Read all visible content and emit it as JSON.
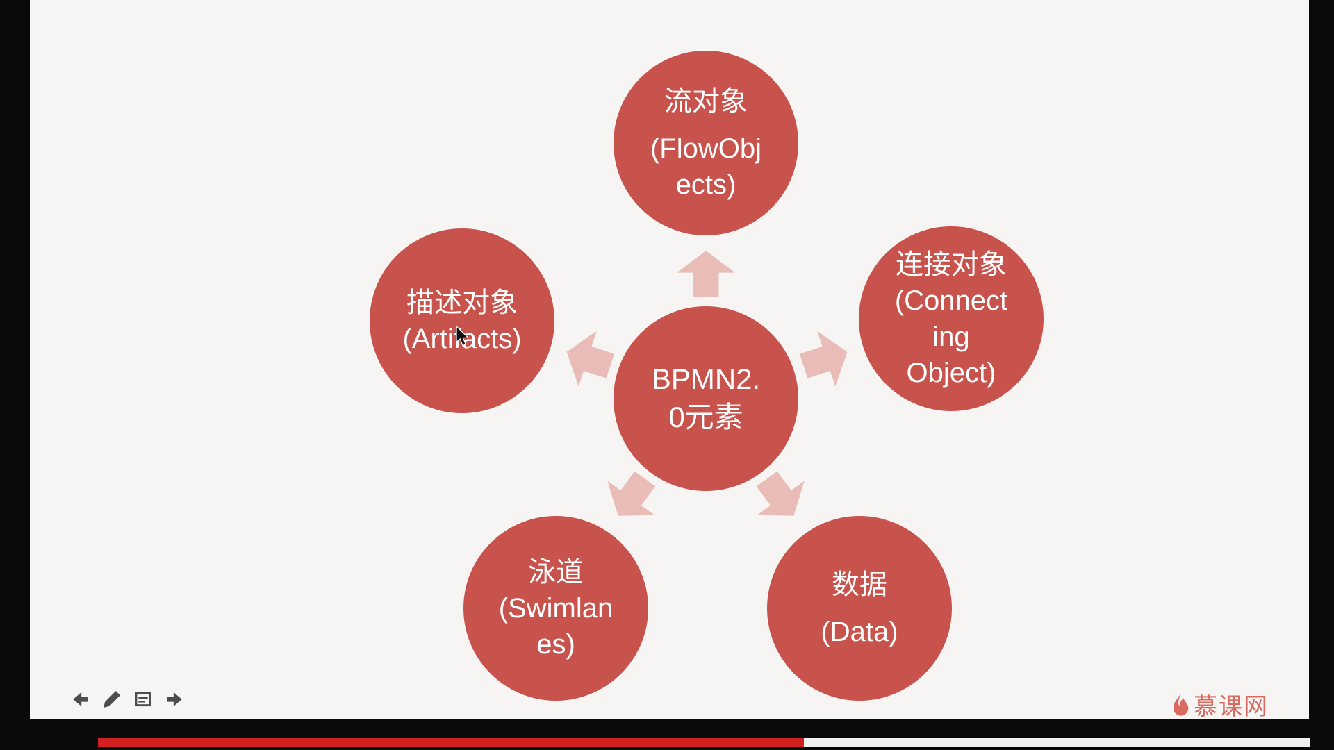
{
  "slide_bg": "#f6f5f3",
  "diagram": {
    "node_color": "#c8534c",
    "arrow_color": "#e9bcb8",
    "center": {
      "title": "BPMN2.\n0元素"
    },
    "nodes": [
      {
        "id": "flow-objects",
        "title": "流对象",
        "subtitle": "(FlowObj\nects)"
      },
      {
        "id": "connecting-object",
        "title": "连接对象",
        "subtitle": "(Connect\ning\nObject)"
      },
      {
        "id": "artifacts",
        "title": "描述对象",
        "subtitle": "(Artifacts)"
      },
      {
        "id": "swimlanes",
        "title": "泳道",
        "subtitle": "(Swimlan\nes)"
      },
      {
        "id": "data",
        "title": "数据",
        "subtitle": "(Data)"
      }
    ]
  },
  "toolbar": {
    "icons": [
      "back-arrow-icon",
      "pencil-icon",
      "notes-icon",
      "forward-arrow-icon"
    ],
    "icon_color": "#4d4d4d"
  },
  "logo": {
    "text": "慕课网",
    "icon": "flame-icon",
    "color": "#d96a60"
  },
  "player": {
    "progress_watched_color": "#d21f1f",
    "progress_remaining_color": "#f2f2f2"
  }
}
